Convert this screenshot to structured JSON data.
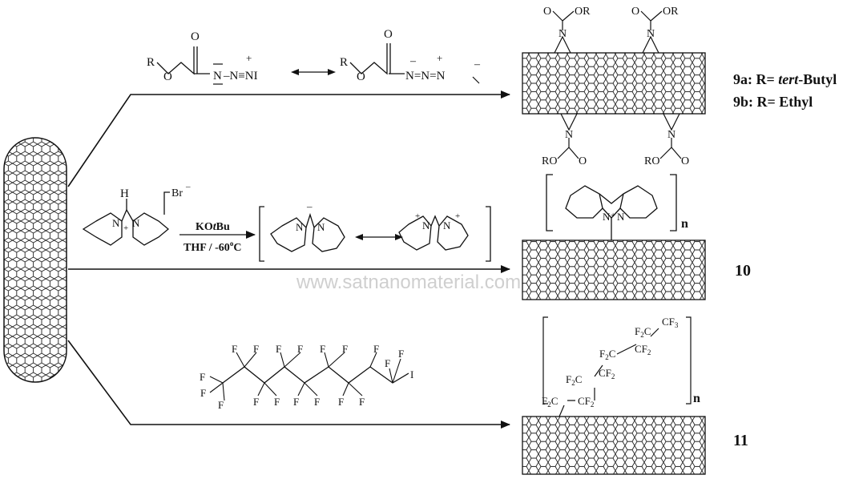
{
  "route1": {
    "azide_R1": "R",
    "azide_O1": "O",
    "azide_Ocarb1": "O",
    "azide_N1": "N",
    "azide_rest1": "–N≡NI",
    "plus1": "+",
    "minus1": "–",
    "azide_R2": "R",
    "azide_O2": "O",
    "azide_Ocarb2": "O",
    "azide_rest2": "N=N=N",
    "plus2": "+",
    "minus2": "–",
    "resonance": "⟷",
    "label_9a_prefix": "9a: R= ",
    "label_9a_italic": "tert",
    "label_9a_suffix": "-Butyl",
    "label_9b": "9b: R= Ethyl",
    "product_O": "O",
    "product_OR": "OR",
    "product_RO": "RO",
    "product_N": "N"
  },
  "route2": {
    "H": "H",
    "Br": "Br",
    "reagent_top": "KOtBu",
    "reagent_top_a": "KO",
    "reagent_top_b": "t",
    "reagent_top_c": "Bu",
    "reagent_bottom": "THF / -60°C",
    "reagent_bottom_a": "THF / -60",
    "reagent_bottom_b": "o",
    "reagent_bottom_c": "C",
    "N": "N",
    "plus": "+",
    "minus": "–",
    "double_arrow": "⟷",
    "n": "n",
    "label_10": "10"
  },
  "route3": {
    "F": "F",
    "I": "I",
    "cf3": "CF",
    "sub3": "3",
    "f2c": "F",
    "sub2": "2",
    "c": "C",
    "cf2": "CF",
    "n": "n",
    "label_11": "11"
  },
  "watermark": "www.satnanomaterial.com",
  "colors": {
    "ink": "#111111",
    "watermark": "#cfcfcf"
  }
}
